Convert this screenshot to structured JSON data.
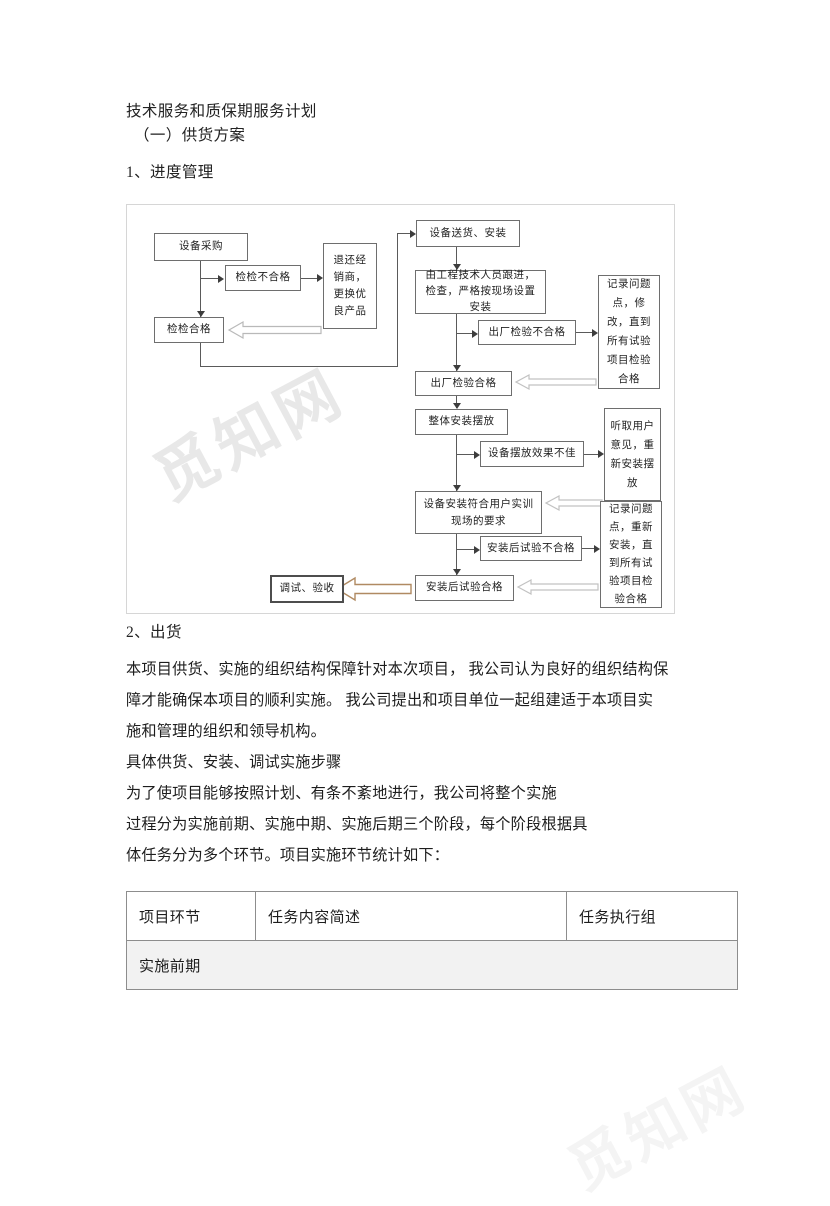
{
  "document": {
    "title_lines": [
      "技术服务和质保期服务计划",
      "（一）供货方案"
    ],
    "section_1_heading": "1、进度管理",
    "section_2_heading": "2、出货",
    "paragraph_1_lines": [
      "本项目供货、实施的组织结构保障针对本次项目， 我公司认为良好的组织结构保",
      "障才能确保本项目的顺利实施。  我公司提出和项目单位一起组建适于本项目实",
      "施和管理的组织和领导机构。"
    ],
    "paragraph_2_lines": [
      "具体供货、安装、调试实施步骤"
    ],
    "paragraph_3_lines": [
      "为了使项目能够按照计划、有条不紊地进行，我公司将整个实施",
      "过程分为实施前期、实施中期、实施后期三个阶段，每个阶段根据具",
      "体任务分为多个环节。项目实施环节统计如下："
    ],
    "watermark_text": "觅知网"
  },
  "flowchart": {
    "nodes": {
      "equipment_purchase": "设备采购",
      "inspection_fail": "检检不合格",
      "inspection_pass": "检检合格",
      "return_to_dealer": "退还经销商，更换优良产品",
      "delivery_install": "设备送货、安装",
      "engineer_followup": "由工程技术人员跟进，检查，严格按现场设置安装",
      "factory_test_fail": "出厂检验不合格",
      "factory_test_pass": "出厂检验合格",
      "record_issue_1": "记录问题点，修改，直到所有试验项目检验合格",
      "overall_install": "整体安装摆放",
      "placement_poor": "设备摆放效果不佳",
      "listen_user": "听取用户意见，重新安装摆放",
      "meets_requirement": "设备安装符合用户实训现场的要求",
      "post_install_fail": "安装后试验不合格",
      "post_install_pass": "安装后试验合格",
      "record_issue_2": "记录问题点，重新安装，直到所有试验项目检验合格",
      "commission_accept": "调试、验收"
    },
    "colors": {
      "node_border": "#6e6e6e",
      "connector": "#5a5a5a",
      "frame_border": "#d6d6d6",
      "feedback_arrow_stroke": "#b9b9b9",
      "accent_arrow_stroke": "#b08a62"
    }
  },
  "table": {
    "headers": [
      "项目环节",
      "任务内容简述",
      "任务执行组"
    ],
    "group_row_label": "实施前期",
    "group_row_bg": "#f2f2f2"
  }
}
